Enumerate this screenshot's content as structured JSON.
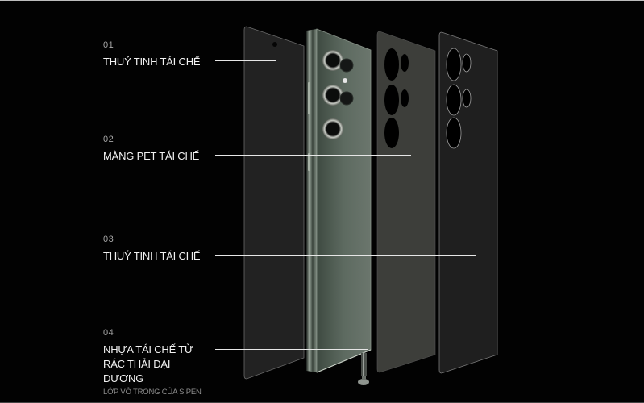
{
  "layers": [
    {
      "number": "01",
      "title": "THUỶ TINH TÁI CHẾ",
      "subtitle": null
    },
    {
      "number": "02",
      "title": "MÀNG PET TÁI CHẾ",
      "subtitle": null
    },
    {
      "number": "03",
      "title": "THUỶ TINH TÁI CHẾ",
      "subtitle": null
    },
    {
      "number": "04",
      "title": "NHỰA TÁI CHẾ TỪ RÁC THẢI ĐẠI DƯƠNG",
      "subtitle": "LỚP VỎ TRONG CỦA S PEN"
    }
  ],
  "illustration": {
    "description": "exploded view of smartphone layers",
    "phone_color": "#4d5a50",
    "panel_colors": [
      "#232323",
      "#3e3f3b",
      "#1e1e1e"
    ],
    "background": "#020202",
    "leader_line_color": "#e6e6e6"
  }
}
